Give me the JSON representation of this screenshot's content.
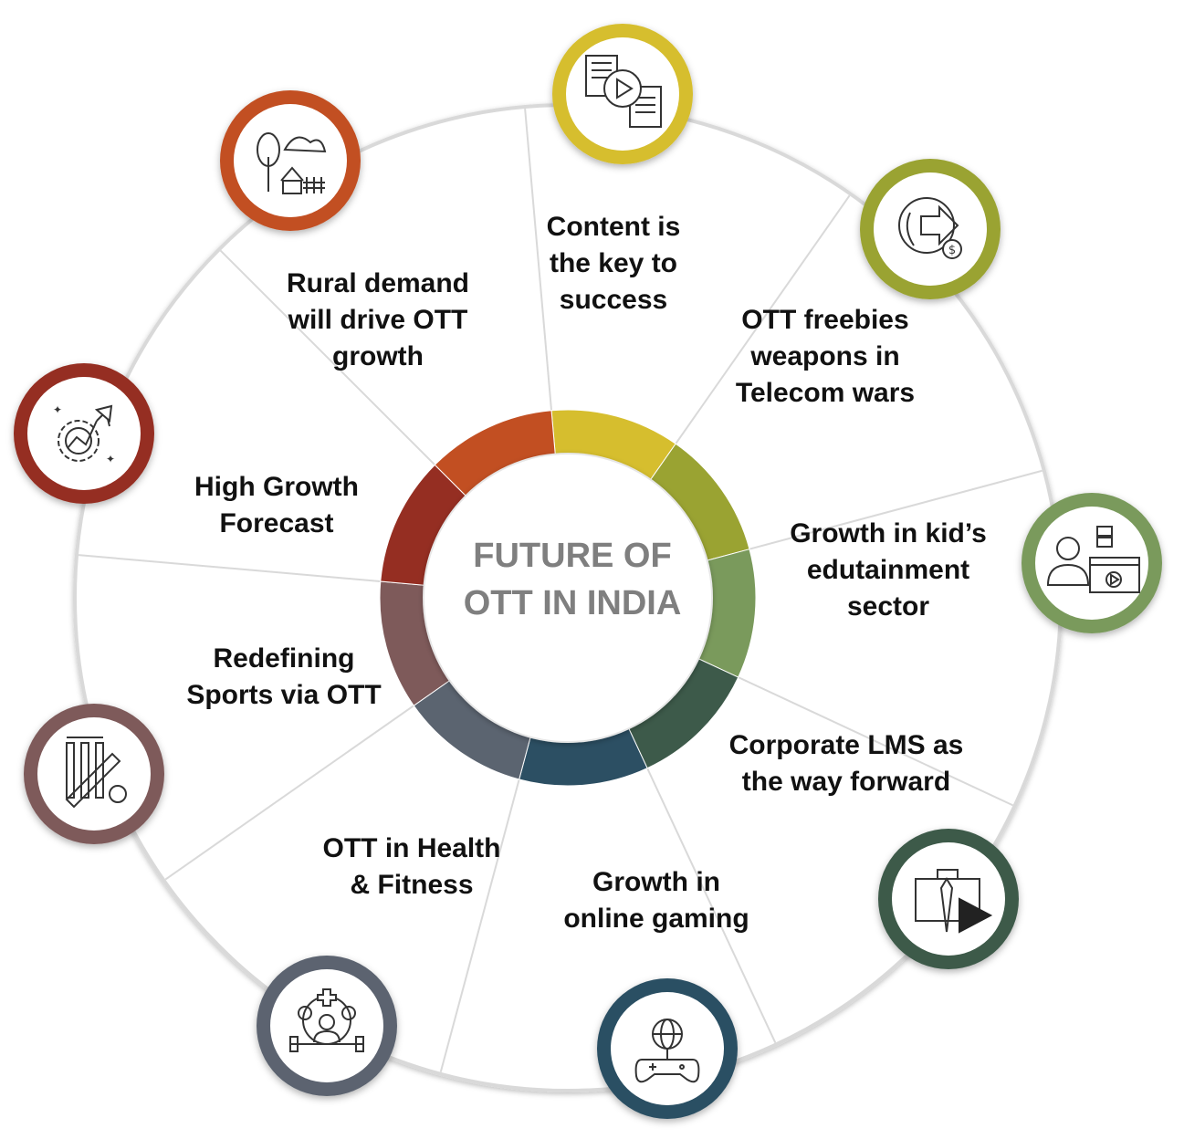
{
  "diagram": {
    "center_title": "FUTURE OF\nOTT IN INDIA",
    "segments": [
      {
        "label": "Content is\nthe key to\nsuccess",
        "color": "#D6BE2E",
        "icon": "video-content-icon"
      },
      {
        "label": "OTT freebies\nweapons in\nTelecom wars",
        "color": "#9AA332",
        "icon": "telecom-phone-icon"
      },
      {
        "label": "Growth in kid’s\nedutainment\nsector",
        "color": "#7A9A5C",
        "icon": "kid-edutainment-icon"
      },
      {
        "label": "Corporate LMS as\nthe way forward",
        "color": "#3D5A4A",
        "icon": "corporate-briefcase-icon"
      },
      {
        "label": "Growth in\nonline gaming",
        "color": "#2C4F63",
        "icon": "online-gaming-icon"
      },
      {
        "label": "OTT in Health\n& Fitness",
        "color": "#5B6470",
        "icon": "health-fitness-icon"
      },
      {
        "label": "Redefining\nSports via OTT",
        "color": "#7E5A5A",
        "icon": "cricket-sports-icon"
      },
      {
        "label": "High Growth\nForecast",
        "color": "#952E22",
        "icon": "growth-gear-icon"
      },
      {
        "label": "Rural demand\nwill drive OTT\ngrowth",
        "color": "#C24F22",
        "icon": "rural-village-icon"
      }
    ]
  }
}
